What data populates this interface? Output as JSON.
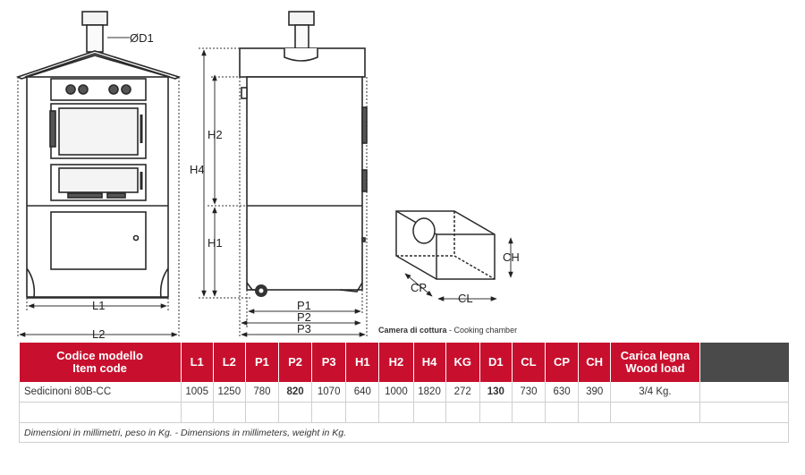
{
  "drawing": {
    "labels": {
      "d1": "ØD1",
      "h1": "H1",
      "h2": "H2",
      "h4": "H4",
      "l1": "L1",
      "l2": "L2",
      "p1": "P1",
      "p2": "P2",
      "p3": "P3",
      "cp": "CP",
      "cl": "CL",
      "ch": "CH"
    },
    "chamber_caption": {
      "it": "Camera di cottura",
      "sep": " - ",
      "en": "Cooking chamber"
    }
  },
  "table": {
    "headers": [
      {
        "line1": "Codice modello",
        "line2": "Item  code"
      },
      {
        "line1": "L1"
      },
      {
        "line1": "L2"
      },
      {
        "line1": "P1"
      },
      {
        "line1": "P2"
      },
      {
        "line1": "P3"
      },
      {
        "line1": "H1"
      },
      {
        "line1": "H2"
      },
      {
        "line1": "H4"
      },
      {
        "line1": "KG"
      },
      {
        "line1": "D1"
      },
      {
        "line1": "CL"
      },
      {
        "line1": "CP"
      },
      {
        "line1": "CH"
      },
      {
        "line1": "Carica legna",
        "line2": "Wood load"
      },
      {
        "line1": ""
      }
    ],
    "rows": [
      [
        "Sedicinoni 80B-CC",
        "1005",
        "1250",
        "780",
        "820",
        "1070",
        "640",
        "1000",
        "1820",
        "272",
        "130",
        "730",
        "630",
        "390",
        "3/4 Kg.",
        ""
      ]
    ],
    "footnote": "Dimensioni in millimetri, peso in Kg.    - Dimensions in millimeters, weight in Kg."
  }
}
